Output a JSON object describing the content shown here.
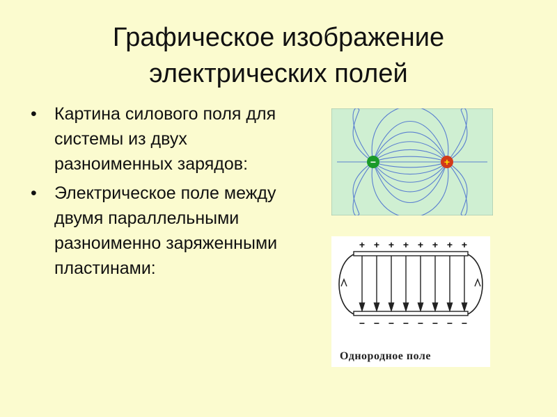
{
  "slide": {
    "title_line1": "Графическое изображение",
    "title_line2": "электрических полей",
    "bullets": [
      "Картина силового поля для системы из двух разноименных зарядов:",
      "Электрическое поле между двумя параллельными разноименно заряженными пластинами:"
    ]
  },
  "figure_dipole": {
    "negative_sign": "−",
    "positive_sign": "+",
    "background_color": "#cfefd2",
    "line_color": "#5a7fd0",
    "negative_color": "#1a9a2a",
    "positive_color": "#d23a1a"
  },
  "figure_plates": {
    "plus_signs": [
      "+",
      "+",
      "+",
      "+",
      "+",
      "+",
      "+",
      "+"
    ],
    "minus_signs": [
      "−",
      "−",
      "−",
      "−",
      "−",
      "−",
      "−",
      "−"
    ],
    "caption": "Однородное поле"
  },
  "colors": {
    "background": "#fbfbcf"
  }
}
